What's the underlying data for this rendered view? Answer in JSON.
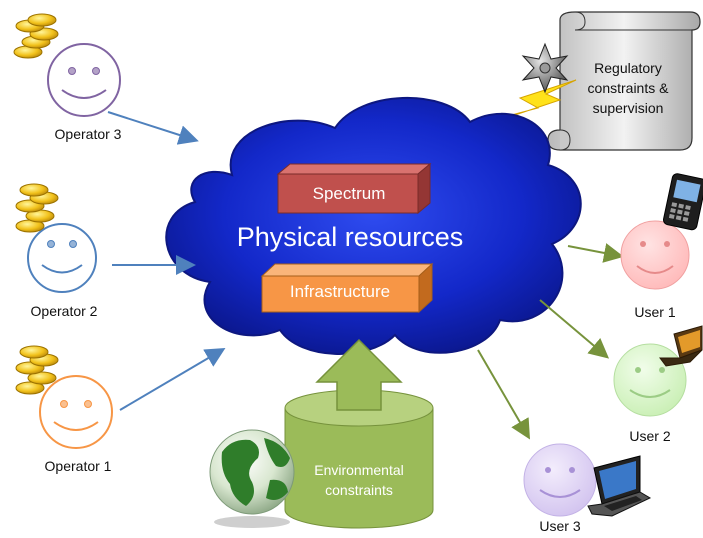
{
  "cloud": {
    "title": "Physical resources",
    "blocks": [
      "Spectrum",
      "Infrastructure"
    ]
  },
  "regulatory": {
    "lines": [
      "Regulatory",
      "constraints &",
      "supervision"
    ]
  },
  "environment": {
    "lines": [
      "Environmental",
      "constraints"
    ]
  },
  "operators": [
    "Operator 3",
    "Operator 2",
    "Operator 1"
  ],
  "users": [
    "User 1",
    "User 2",
    "User 3"
  ],
  "colors": {
    "cloud": "#1a2fc4",
    "spectrum": "#c0504d",
    "infrastructure": "#f79646",
    "cylinder": "#9bbb59",
    "operator_arrow": "#4f81bd",
    "user_arrow": "#77933c",
    "operator3_face": "#8064a2",
    "operator2_face": "#4f81bd",
    "operator1_face": "#f79646",
    "user1_face": "#ffc7c7",
    "user2_face": "#d7f5c4",
    "user3_face": "#ddd0f2"
  },
  "icons": [
    "coin-stack-icon",
    "sheriff-star-icon",
    "lightning-icon",
    "scroll-icon",
    "globe-icon",
    "phone-icon",
    "laptop-icon",
    "smiley-icon"
  ]
}
